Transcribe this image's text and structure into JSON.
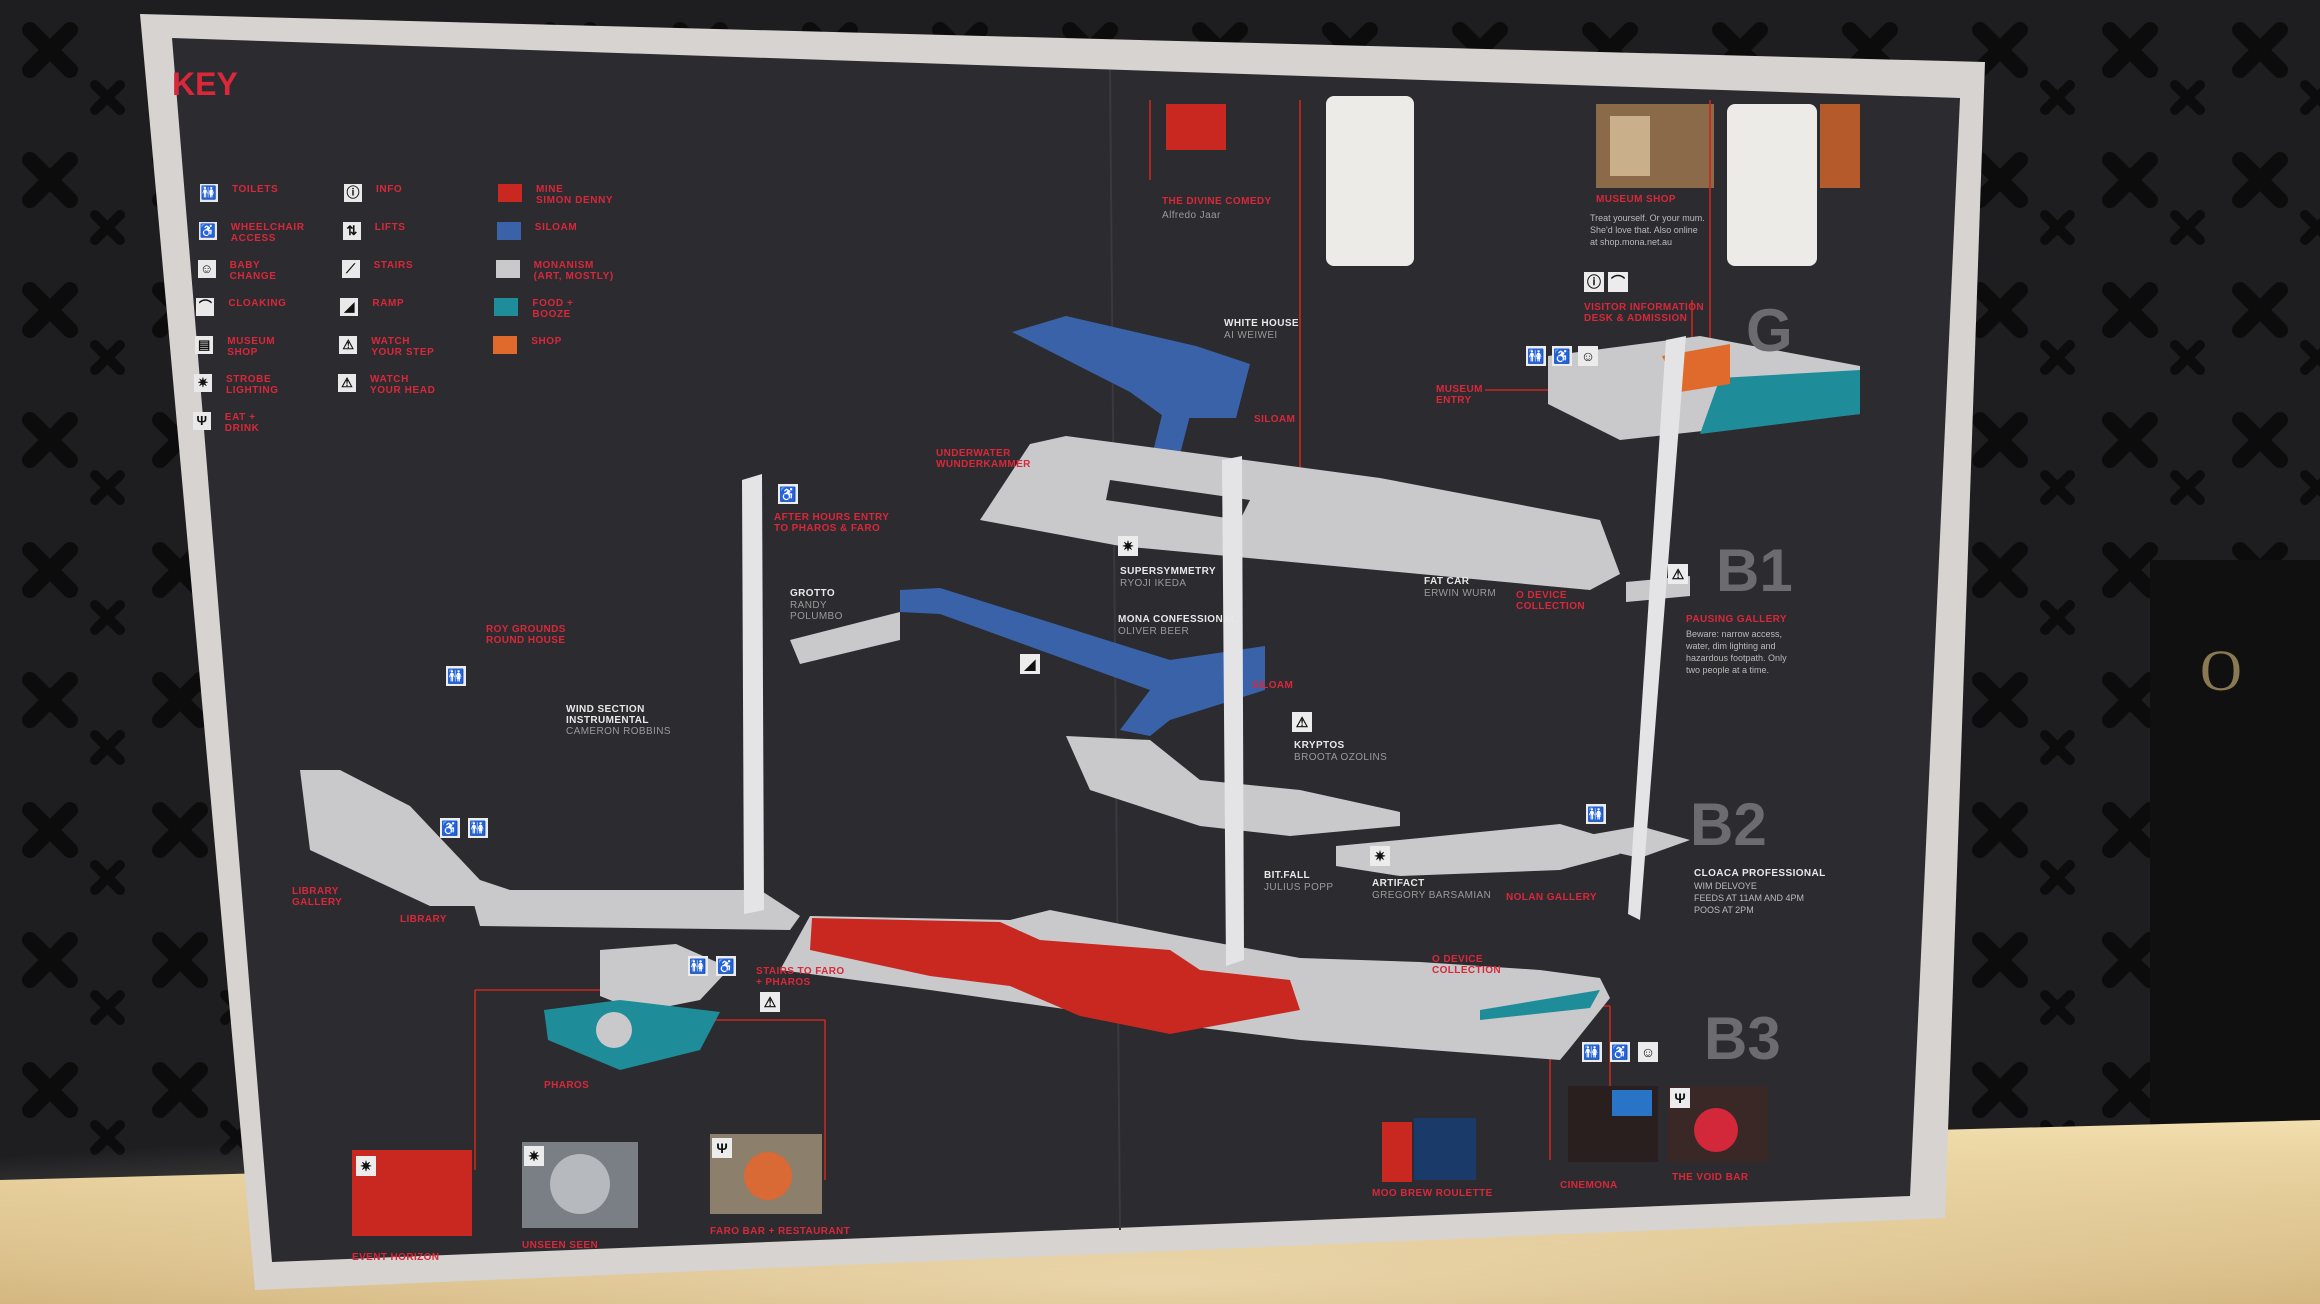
{
  "key": {
    "title": "KEY",
    "items": [
      {
        "label": "TOILETS",
        "icon": "toilets-icon",
        "glyph": "🚻"
      },
      {
        "label": "WHEELCHAIR\nACCESS",
        "icon": "wheelchair-icon",
        "glyph": "♿"
      },
      {
        "label": "BABY\nCHANGE",
        "icon": "baby-change-icon",
        "glyph": "☺"
      },
      {
        "label": "CLOAKING",
        "icon": "cloak-icon",
        "glyph": "⌒"
      },
      {
        "label": "MUSEUM\nSHOP",
        "icon": "shop-icon",
        "glyph": "▤"
      },
      {
        "label": "STROBE\nLIGHTING",
        "icon": "strobe-icon",
        "glyph": "✷"
      },
      {
        "label": "EAT +\nDRINK",
        "icon": "cutlery-icon",
        "glyph": "Ψ"
      },
      {
        "label": "INFO",
        "icon": "info-icon",
        "glyph": "ⓘ"
      },
      {
        "label": "LIFTS",
        "icon": "lift-icon",
        "glyph": "⇅"
      },
      {
        "label": "STAIRS",
        "icon": "stairs-icon",
        "glyph": "⟋"
      },
      {
        "label": "RAMP",
        "icon": "ramp-icon",
        "glyph": "◢"
      },
      {
        "label": "WATCH\nYOUR STEP",
        "icon": "watch-step-icon",
        "glyph": "⚠"
      },
      {
        "label": "WATCH\nYOUR HEAD",
        "icon": "watch-head-icon",
        "glyph": "⚠"
      },
      {
        "label": "MINE\nSIMON DENNY",
        "swatch": "#c8281f"
      },
      {
        "label": "SILOAM",
        "swatch": "#3a62a8"
      },
      {
        "label": "MONANISM\n(ART, MOSTLY)",
        "swatch": "#c9c9cc"
      },
      {
        "label": "FOOD +\nBOOZE",
        "swatch": "#1f8c9a"
      },
      {
        "label": "SHOP",
        "swatch": "#e06a2c"
      }
    ]
  },
  "levels": {
    "g": "G",
    "b1": "B1",
    "b2": "B2",
    "b3": "B3"
  },
  "labels": {
    "divine_comedy": "THE DIVINE COMEDY",
    "divine_comedy_artist": "Alfredo Jaar",
    "white_house": "WHITE HOUSE",
    "white_house_artist": "AI WEIWEI",
    "siloam_top": "SILOAM",
    "siloam_mid": "SILOAM",
    "underwater": "UNDERWATER\nWUNDERKAMMER",
    "museum_shop": "MUSEUM SHOP",
    "museum_shop_desc": "Treat yourself. Or your mum.\nShe'd love that. Also online\nat shop.mona.net.au",
    "visitor_info": "VISITOR INFORMATION\nDESK & ADMISSION",
    "museum_entry": "MUSEUM\nENTRY",
    "after_hours": "AFTER HOURS ENTRY\nTO PHAROS & FARO",
    "supersymmetry": "SUPERSYMMETRY",
    "supersymmetry_artist": "RYOJI IKEDA",
    "mona_confessional": "MONA CONFESSIONAL",
    "mona_confessional_artist": "OLIVER BEER",
    "grotto": "GROTTO",
    "grotto_artist": "RANDY\nPOLUMBO",
    "fat_car": "FAT CAR",
    "fat_car_artist": "ERWIN WURM",
    "o_device_b1": "O DEVICE\nCOLLECTION",
    "pausing_gallery": "PAUSING GALLERY",
    "pausing_desc": "Beware: narrow access,\nwater, dim lighting and\nhazardous footpath. Only\ntwo people at a time.",
    "roy_grounds": "ROY GROUNDS\nROUND HOUSE",
    "wind_section": "WIND SECTION\nINSTRUMENTAL",
    "wind_section_artist": "CAMERON ROBBINS",
    "kryptos": "KRYPTOS",
    "kryptos_artist": "BROOTA OZOLINS",
    "bit_fall": "BIT.FALL",
    "bit_fall_artist": "JULIUS POPP",
    "artifact": "ARTIFACT",
    "artifact_artist": "GREGORY BARSAMIAN",
    "nolan_gallery": "NOLAN GALLERY",
    "cloaca": "CLOACA PROFESSIONAL",
    "cloaca_desc": "WIM DELVOYE\nFEEDS AT 11AM AND 4PM\nPOOS AT 2PM",
    "library_gallery": "LIBRARY\nGALLERY",
    "library": "LIBRARY",
    "stairs_faro": "STAIRS TO FARO\n+ PHAROS",
    "o_device_b3": "O DEVICE\nCOLLECTION",
    "pharos": "PHAROS",
    "event_horizon": "EVENT HORIZON",
    "unseen_seen": "UNSEEN SEEN",
    "faro_bar": "FARO BAR + RESTAURANT",
    "moo_brew": "MOO BREW ROULETTE",
    "cinemona": "CINEMONA",
    "void_bar": "THE VOID BAR"
  },
  "colors": {
    "mine": "#c8281f",
    "siloam": "#3a62a8",
    "monanism": "#c9c9cc",
    "food": "#1f8c9a",
    "shop": "#e06a2c",
    "accent_red": "#d8283a",
    "map_bg": "#2c2b30",
    "backboard": "#1b1b1d",
    "shelf": "#e8d3a0"
  }
}
